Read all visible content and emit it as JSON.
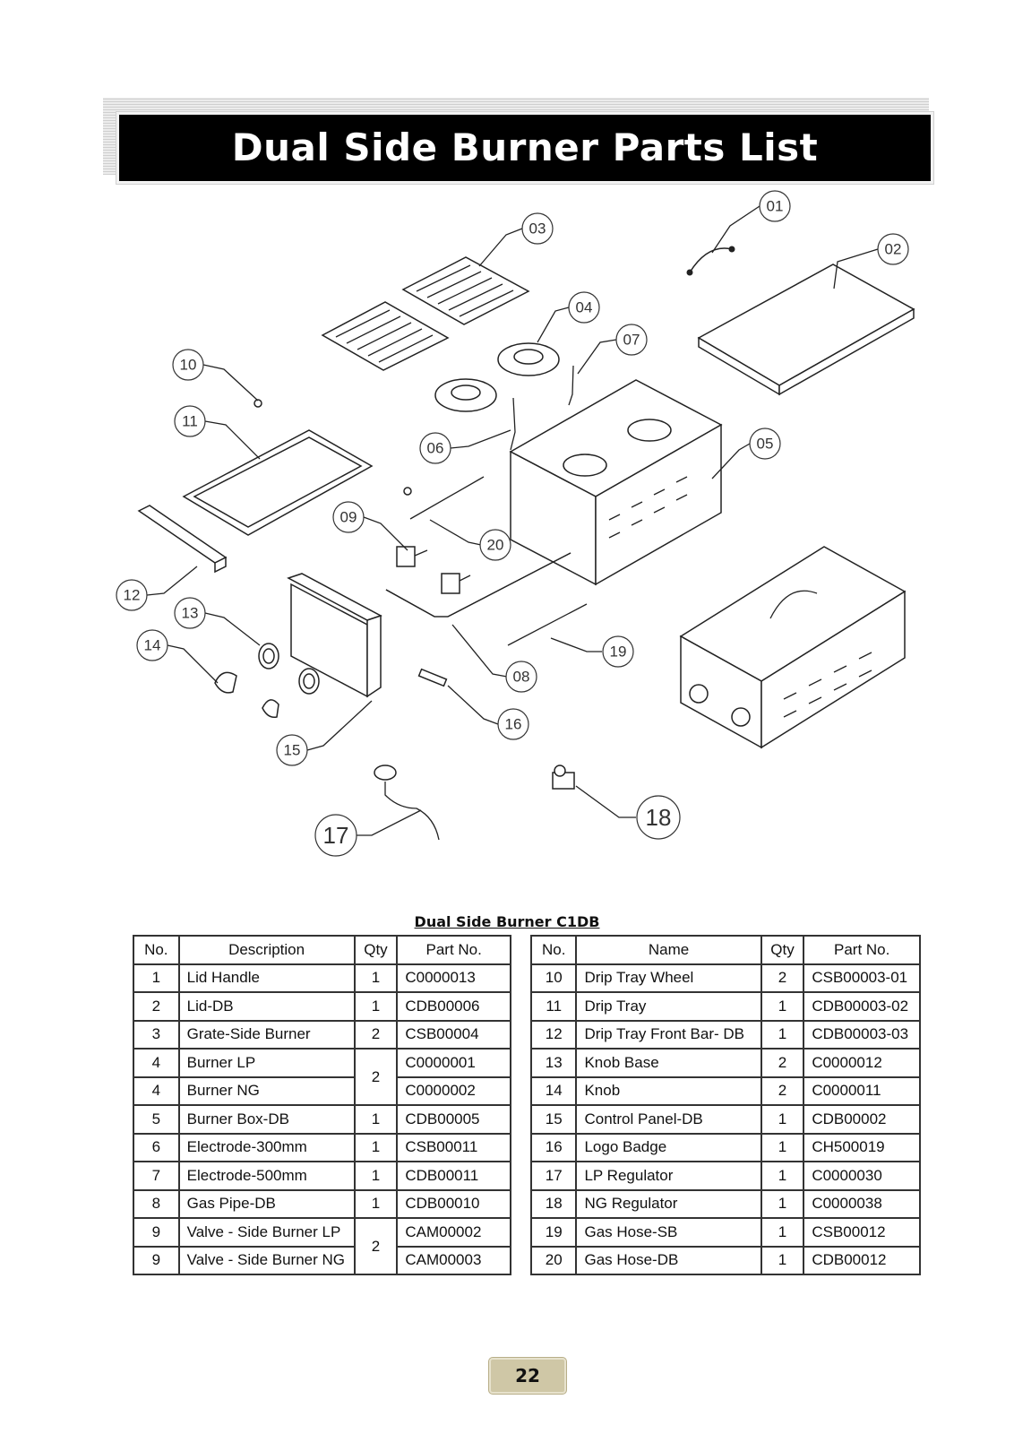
{
  "title": "Dual Side Burner Parts List",
  "diagram": {
    "callouts": [
      "01",
      "02",
      "03",
      "04",
      "05",
      "06",
      "07",
      "08",
      "09",
      "10",
      "11",
      "12",
      "13",
      "14",
      "15",
      "16",
      "17",
      "18",
      "19",
      "20"
    ]
  },
  "table_caption": "Dual Side Burner C1DB",
  "left_table": {
    "headers": [
      "No.",
      "Description",
      "Qty",
      "Part No."
    ],
    "rows": [
      {
        "no": "1",
        "desc": "Lid Handle",
        "qty": "1",
        "part": "C0000013"
      },
      {
        "no": "2",
        "desc": "Lid-DB",
        "qty": "1",
        "part": "CDB00006"
      },
      {
        "no": "3",
        "desc": "Grate-Side Burner",
        "qty": "2",
        "part": "CSB00004"
      },
      {
        "no": "4",
        "desc": "Burner LP",
        "qty": "2",
        "part": "C0000001"
      },
      {
        "no": "4",
        "desc": "Burner NG",
        "qty": "",
        "part": "C0000002"
      },
      {
        "no": "5",
        "desc": "Burner Box-DB",
        "qty": "1",
        "part": "CDB00005"
      },
      {
        "no": "6",
        "desc": "Electrode-300mm",
        "qty": "1",
        "part": "CSB00011"
      },
      {
        "no": "7",
        "desc": "Electrode-500mm",
        "qty": "1",
        "part": "CDB00011"
      },
      {
        "no": "8",
        "desc": "Gas Pipe-DB",
        "qty": "1",
        "part": "CDB00010"
      },
      {
        "no": "9",
        "desc": "Valve - Side Burner LP",
        "qty": "2",
        "part": "CAM00002"
      },
      {
        "no": "9",
        "desc": "Valve - Side Burner NG",
        "qty": "",
        "part": "CAM00003"
      }
    ]
  },
  "right_table": {
    "headers": [
      "No.",
      "Name",
      "Qty",
      "Part No."
    ],
    "rows": [
      {
        "no": "10",
        "desc": "Drip Tray Wheel",
        "qty": "2",
        "part": "CSB00003-01"
      },
      {
        "no": "11",
        "desc": "Drip Tray",
        "qty": "1",
        "part": "CDB00003-02"
      },
      {
        "no": "12",
        "desc": "Drip Tray Front Bar- DB",
        "qty": "1",
        "part": "CDB00003-03"
      },
      {
        "no": "13",
        "desc": "Knob Base",
        "qty": "2",
        "part": "C0000012"
      },
      {
        "no": "14",
        "desc": "Knob",
        "qty": "2",
        "part": "C0000011"
      },
      {
        "no": "15",
        "desc": "Control Panel-DB",
        "qty": "1",
        "part": "CDB00002"
      },
      {
        "no": "16",
        "desc": "Logo Badge",
        "qty": "1",
        "part": "CH500019"
      },
      {
        "no": "17",
        "desc": "LP Regulator",
        "qty": "1",
        "part": "C0000030"
      },
      {
        "no": "18",
        "desc": "NG Regulator",
        "qty": "1",
        "part": "C0000038"
      },
      {
        "no": "19",
        "desc": "Gas Hose-SB",
        "qty": "1",
        "part": "CSB00012"
      },
      {
        "no": "20",
        "desc": "Gas Hose-DB",
        "qty": "1",
        "part": "CDB00012"
      }
    ]
  },
  "page_number": "22"
}
